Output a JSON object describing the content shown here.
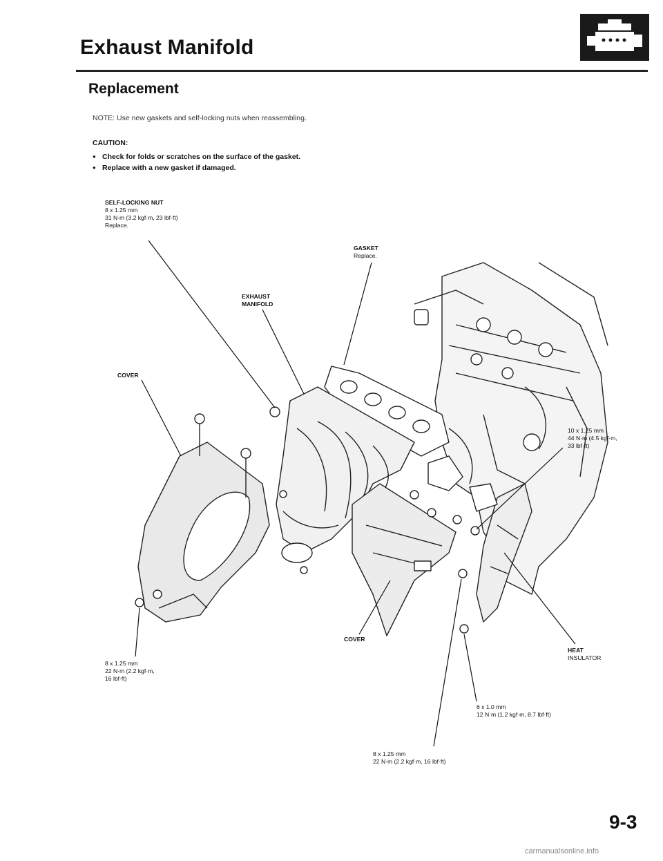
{
  "header": {
    "title": "Exhaust Manifold",
    "icon": "engine-icon"
  },
  "section": {
    "title": "Replacement"
  },
  "note": "NOTE: Use new gaskets and self-locking nuts when reassembling.",
  "caution": {
    "heading": "CAUTION:",
    "items": [
      "Check for folds or scratches on the surface of the gasket.",
      "Replace with a new gasket if damaged."
    ]
  },
  "labels": {
    "self_locking_nut": {
      "name": "SELF-LOCKING NUT",
      "size": "8 x 1.25 mm",
      "torque": "31 N·m (3.2 kgf·m, 23 lbf·ft)",
      "note": "Replace."
    },
    "gasket": {
      "name": "GASKET",
      "note": "Replace."
    },
    "exhaust_manifold": {
      "line1": "EXHAUST",
      "line2": "MANIFOLD"
    },
    "cover_top": {
      "name": "COVER"
    },
    "bolt_10": {
      "size": "10 x 1.25 mm",
      "torque1": "44 N·m (4.5 kgf·m,",
      "torque2": "33 lbf·ft)"
    },
    "bolt_8_left": {
      "size": "8 x 1.25 mm",
      "torque1": "22 N·m (2.2 kgf·m,",
      "torque2": "16 lbf·ft)"
    },
    "cover_bottom": {
      "name": "COVER"
    },
    "heat_insulator": {
      "line1": "HEAT",
      "line2": "INSULATOR"
    },
    "bolt_6": {
      "size": "6 x 1.0 mm",
      "torque": "12 N·m (1.2 kgf·m, 8.7 lbf·ft)"
    },
    "bolt_8_bottom": {
      "size": "8 x 1.25 mm",
      "torque": "22 N·m (2.2 kgf·m, 16 lbf·ft)"
    }
  },
  "page_number": "9-3",
  "footer": "carmanualsonline.info"
}
